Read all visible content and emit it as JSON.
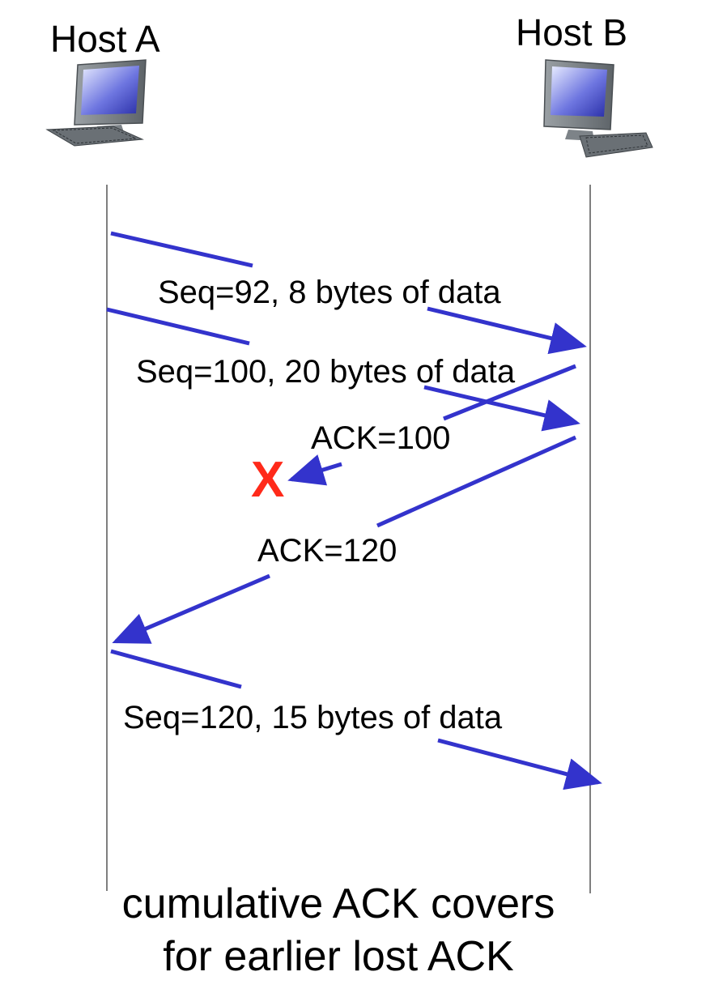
{
  "hosts": {
    "a": {
      "label": "Host A"
    },
    "b": {
      "label": "Host B"
    }
  },
  "messages": {
    "seq92": "Seq=92, 8 bytes of data",
    "seq100": "Seq=100, 20 bytes of data",
    "ack100": "ACK=100",
    "ack120": "ACK=120",
    "seq120": "Seq=120,  15 bytes of data"
  },
  "loss_marker": "X",
  "caption": {
    "line1": "cumulative ACK covers",
    "line2": "for earlier lost ACK"
  },
  "colors": {
    "arrow": "#3333cc",
    "loss": "#ff2a1a"
  }
}
